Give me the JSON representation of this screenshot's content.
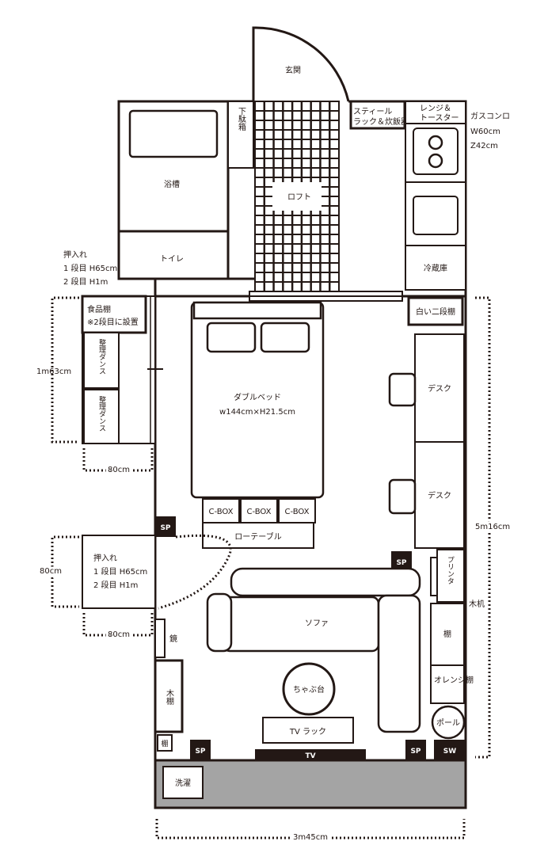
{
  "labels": {
    "entrance": "玄関",
    "steel_rack": "スティール",
    "steel_rack2": "ラック＆炊飯器",
    "range": "レンジ＆",
    "range2": "トースター",
    "gas_stove": "ガスコンロ",
    "gas_w": "W60cm",
    "gas_z": "Z42cm",
    "bathtub": "浴槽",
    "shoe_box": "下駄箱",
    "loft": "ロフト",
    "toilet": "トイレ",
    "fridge": "冷蔵庫",
    "closet_top": "押入れ",
    "closet_top_1": "1 段目 H65cm",
    "closet_top_2": "2 段目 H1m",
    "food_shelf": "食品棚",
    "food_shelf_note": "※2段目に設置",
    "white_shelf": "白い二段棚",
    "dresser1": "整理ダンス",
    "dresser2": "整理ダンス",
    "dim_1m63": "1m63cm",
    "dim_80_a": "80cm",
    "double_bed": "ダブルベッド",
    "bed_size": "w144cm×H21.5cm",
    "desk1": "デスク",
    "desk2": "デスク",
    "cbox1": "C-BOX",
    "cbox2": "C-BOX",
    "cbox3": "C-BOX",
    "sp": "SP",
    "low_table": "ローテーブル",
    "dim_5m16": "5m16cm",
    "closet_bottom": "押入れ",
    "closet_bottom_1": "1 段目 H65cm",
    "closet_bottom_2": "2 段目 H1m",
    "dim_80_b": "80cm",
    "dim_80_c": "80cm",
    "printer": "プリンタ",
    "wood_desk": "木机",
    "sofa": "ソファ",
    "mirror": "鏡",
    "shelf": "棚",
    "orange_shelf": "オレンジ棚",
    "chabudai": "ちゃぶ台",
    "wood_shelf": "木棚",
    "pole": "ポール",
    "tv_rack": "TV ラック",
    "small_shelf": "棚",
    "tv": "TV",
    "sw": "SW",
    "washer": "洗濯",
    "dim_3m45": "3m45cm"
  }
}
